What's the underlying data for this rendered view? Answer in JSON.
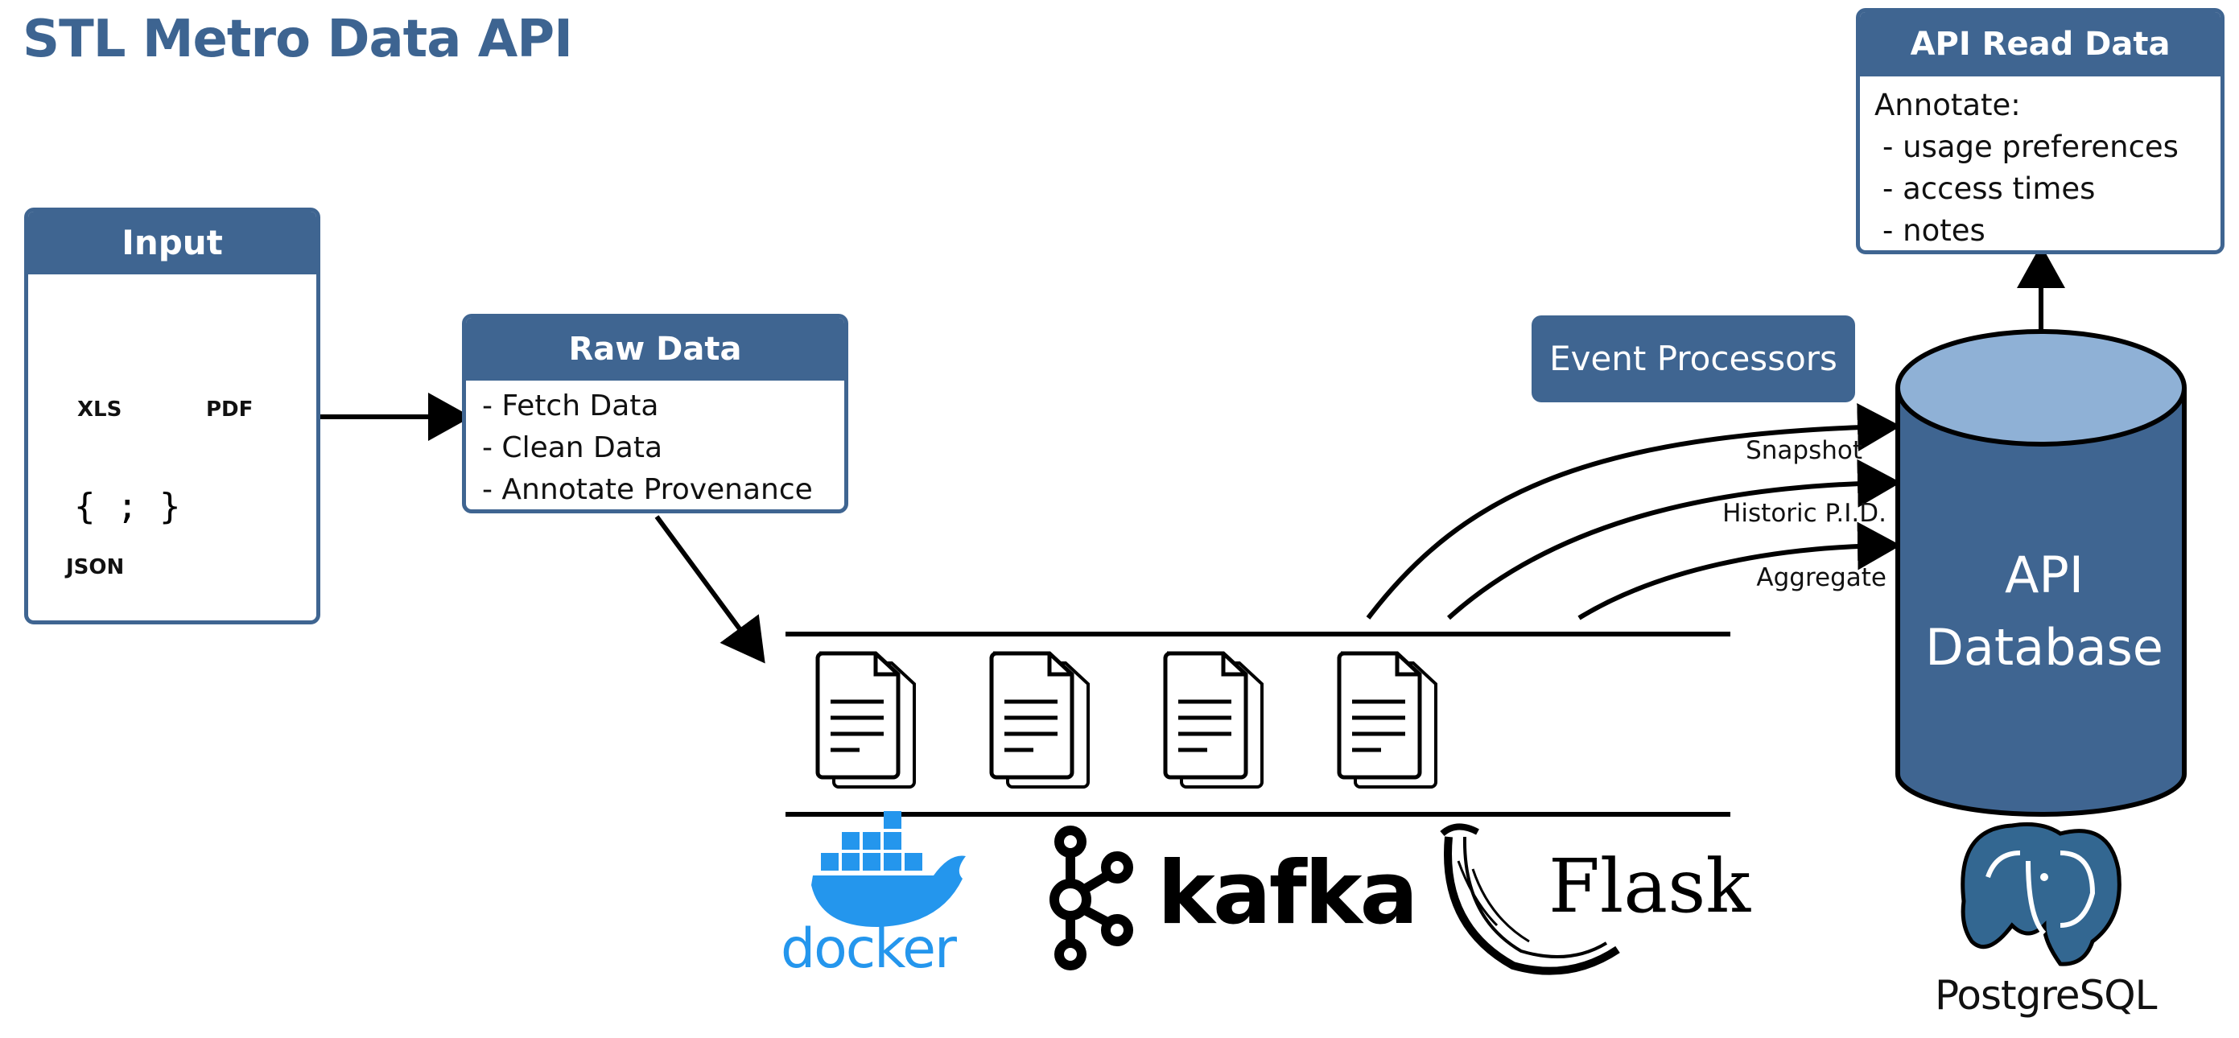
{
  "title": "STL Metro Data API",
  "input": {
    "title": "Input",
    "files": [
      "XLS",
      "PDF",
      "JSON"
    ],
    "json_glyph": "{ ; }",
    "globe_icon": "globe-icon"
  },
  "raw_processors": {
    "title": "Raw Data Processors",
    "items": [
      "- Fetch Data",
      "- Clean Data",
      "- Annotate Provenance"
    ]
  },
  "event_processors": {
    "title": "Event Processors",
    "flows": [
      "Snapshot",
      "Historic P.I.D.",
      "Aggregate"
    ]
  },
  "database": {
    "line1": "API",
    "line2": "Database"
  },
  "api_read": {
    "title": "API Read Data",
    "items": [
      "Annotate:",
      " - usage preferences",
      " - access times",
      " - notes"
    ]
  },
  "logos": {
    "docker": "docker",
    "kafka": "kafka",
    "flask": "Flask",
    "postgres": "PostgreSQL"
  },
  "colors": {
    "brand": "#3f6591",
    "db_top": "#8fb1d6",
    "docker": "#2496ed"
  }
}
